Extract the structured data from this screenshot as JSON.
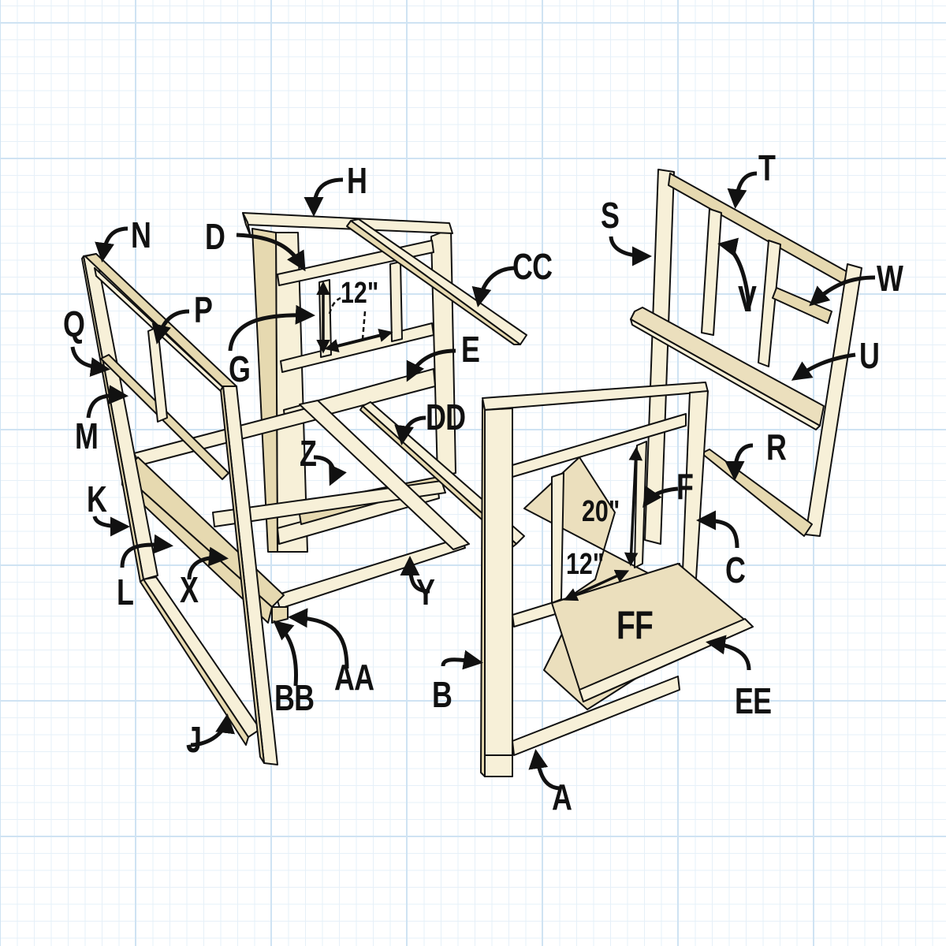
{
  "diagram": {
    "type": "exploded isometric framing diagram",
    "colors": {
      "wood_face": "#f7f0d8",
      "wood_side": "#e6d9b0",
      "wood_panel": "#ebdfbd",
      "outline": "#111111",
      "grid_major": "#cfe3f3",
      "grid_minor": "#e6f0f8"
    },
    "labels": {
      "A": "A",
      "B": "B",
      "C": "C",
      "D": "D",
      "E": "E",
      "F": "F",
      "G": "G",
      "H": "H",
      "J": "J",
      "K": "K",
      "L": "L",
      "M": "M",
      "N": "N",
      "P": "P",
      "Q": "Q",
      "R": "R",
      "S": "S",
      "T": "T",
      "U": "U",
      "V": "V",
      "W": "W",
      "X": "X",
      "Y": "Y",
      "Z": "Z",
      "AA": "AA",
      "BB": "BB",
      "CC": "CC",
      "DD": "DD",
      "EE": "EE",
      "FF": "FF"
    },
    "dimensions": {
      "back_opening": "12\"",
      "front_height": "20\"",
      "front_width": "12\""
    }
  }
}
